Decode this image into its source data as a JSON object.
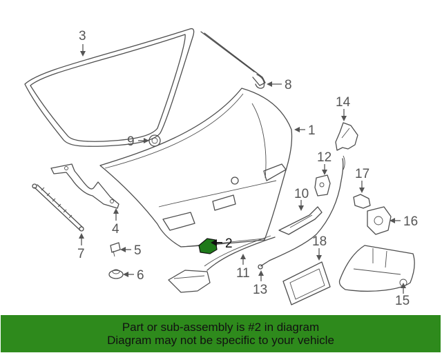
{
  "diagram": {
    "callouts": {
      "c1": "1",
      "c2": "2",
      "c3": "3",
      "c4": "4",
      "c5": "5",
      "c6": "6",
      "c7": "7",
      "c8": "8",
      "c9": "9",
      "c10": "10",
      "c11": "11",
      "c12": "12",
      "c13": "13",
      "c14": "14",
      "c15": "15",
      "c16": "16",
      "c17": "17",
      "c18": "18"
    },
    "highlighted_part": "2",
    "highlight_color": "#1f7a1a"
  },
  "footer": {
    "line1": "Part or sub-assembly is #2 in diagram",
    "line2": "Diagram may not be specific to your vehicle",
    "background_color": "#2e8a1c"
  }
}
